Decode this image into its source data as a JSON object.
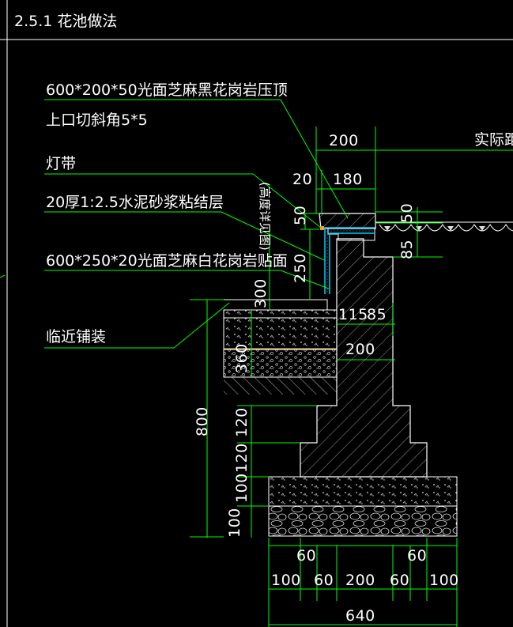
{
  "header": {
    "section_title": "2.5.1 花池做法"
  },
  "labels": {
    "coping": "600*200*50光面芝麻黑花岗岩压顶",
    "chamfer": "上口切斜角5*5",
    "light_strip": "灯带",
    "mortar": "20厚1:2.5水泥砂浆粘结层",
    "facing": "600*250*20光面芝麻白花岗岩贴面",
    "paving": "临近铺装",
    "actual": "实际距",
    "height_note": "(高度详见图)"
  },
  "dimensions": {
    "top_200": "200",
    "d20": "20",
    "d180": "180",
    "d50_left": "50",
    "d50_right": "50",
    "d85_right": "85",
    "d250": "250",
    "d300": "300",
    "d115": "115",
    "d85": "85",
    "d200_wall": "200",
    "d360": "360",
    "d800": "800",
    "d120_a": "120",
    "d120_b": "120",
    "d100_a": "100",
    "d100_b": "100",
    "b60_left": "60",
    "b60_right": "60",
    "b100_a": "100",
    "b60_a": "60",
    "b200": "200",
    "b60_b": "60",
    "b100_b": "100",
    "b640": "640"
  },
  "colors": {
    "background": "#000000",
    "text": "#ffffff",
    "leader": "#00ff00",
    "outline": "#ffffff",
    "hatch": "#9a9a9a",
    "facing": "#00ccff",
    "mortar_line": "#ffcc66",
    "light": "#ff9933",
    "concrete": "#ffff99"
  }
}
